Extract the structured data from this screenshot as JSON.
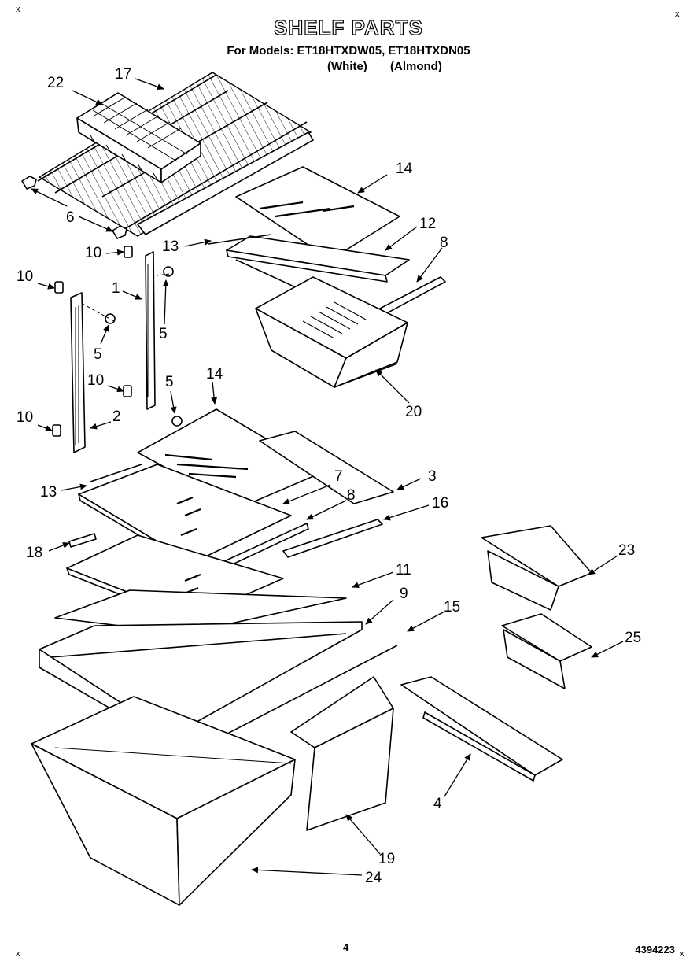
{
  "header": {
    "title": "SHELF PARTS",
    "models_line": "For Models: ET18HTXDW05, ET18HTXDN05",
    "variant_white": "(White)",
    "variant_almond": "(Almond)"
  },
  "footer": {
    "page_number": "4",
    "document_number": "4394223"
  },
  "corner_marks": [
    "x",
    "x",
    "x",
    "x"
  ],
  "callouts": {
    "c22": "22",
    "c17": "17",
    "c6": "6",
    "c14_top": "14",
    "c12": "12",
    "c8_top": "8",
    "c13_top": "13",
    "c10_a": "10",
    "c1": "1",
    "c5_a": "5",
    "c10_b": "10",
    "c5_b": "5",
    "c5_c": "5",
    "c10_c": "10",
    "c20": "20",
    "c14_mid": "14",
    "c2": "2",
    "c10_d": "10",
    "c7": "7",
    "c3": "3",
    "c13_mid": "13",
    "c8_mid": "8",
    "c16": "16",
    "c23": "23",
    "c18": "18",
    "c11": "11",
    "c9": "9",
    "c15": "15",
    "c25": "25",
    "c4": "4",
    "c19": "19",
    "c24": "24"
  }
}
